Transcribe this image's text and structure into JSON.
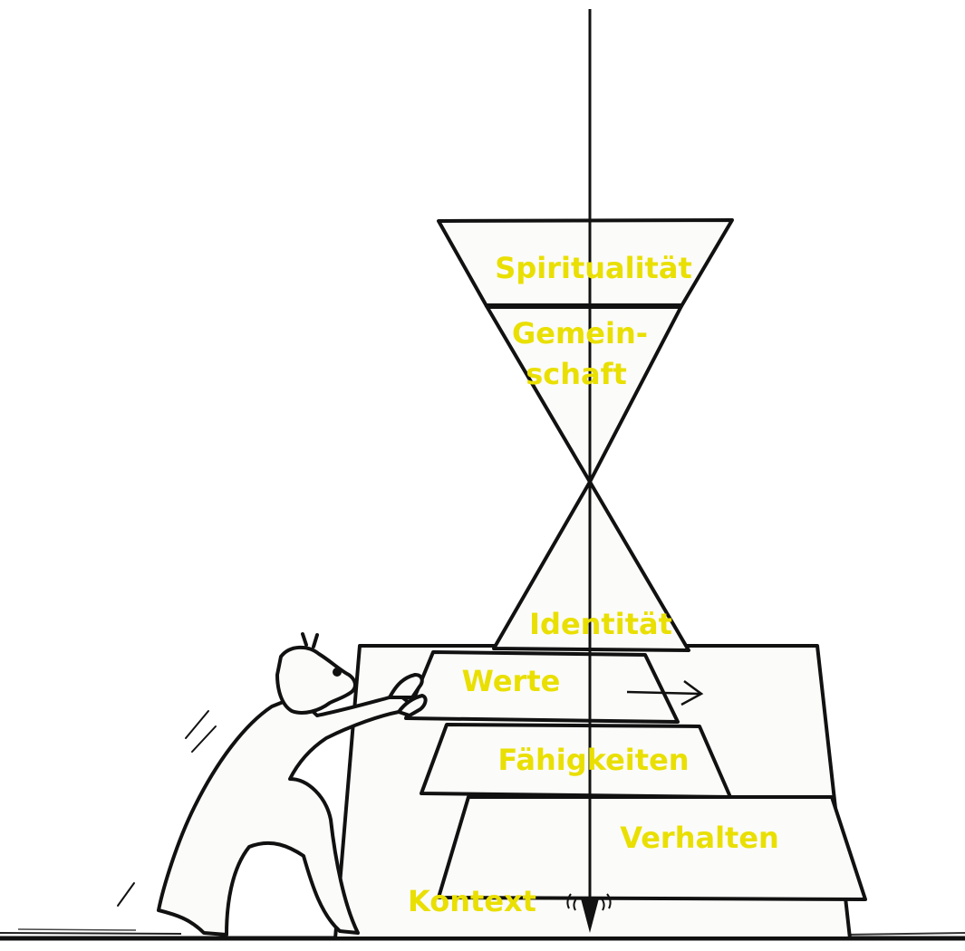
{
  "diagram": {
    "levels": [
      {
        "key": "spiritualitaet",
        "label": "Spiritualität"
      },
      {
        "key": "gemeinschaft_1",
        "label": "Gemein-"
      },
      {
        "key": "gemeinschaft_2",
        "label": "schaft"
      },
      {
        "key": "identitaet",
        "label": "Identität"
      },
      {
        "key": "werte",
        "label": "Werte"
      },
      {
        "key": "faehigkeiten",
        "label": "Fähigkeiten"
      },
      {
        "key": "verhalten",
        "label": "Verhalten"
      },
      {
        "key": "kontext",
        "label": "Kontext"
      }
    ],
    "label_color": "#e9df00",
    "line_color": "#111111"
  }
}
